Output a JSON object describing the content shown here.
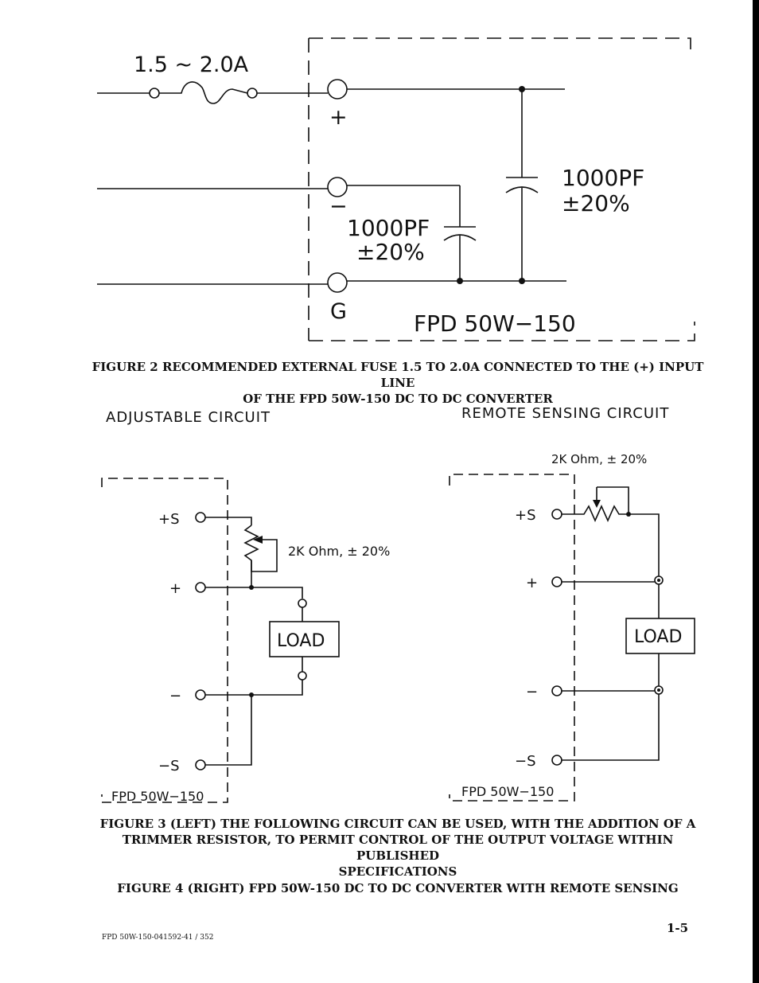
{
  "figure2": {
    "fuse_rating": "1.5 ~ 2.0A",
    "pin_plus": "+",
    "pin_minus": "−",
    "pin_ground": "G",
    "cap_right_value": "1000PF",
    "cap_right_tol": "±20%",
    "cap_left_value": "1000PF",
    "cap_left_tol": "±20%",
    "module_label": "FPD 50W−150",
    "caption_line1": "FIGURE 2    RECOMMENDED EXTERNAL FUSE 1.5 TO 2.0A CONNECTED TO THE (+) INPUT LINE",
    "caption_line2": "OF THE FPD 50W-150 DC TO DC CONVERTER"
  },
  "figure3": {
    "title": "ADJUSTABLE CIRCUIT",
    "pin_sense_plus": "+S",
    "pin_plus": "+",
    "pin_minus": "−",
    "pin_sense_minus": "−S",
    "resistor_label": "2K Ohm, ± 20%",
    "load_label": "LOAD",
    "module_label": "FPD 50W−150",
    "caption_line1": "FIGURE 3  (LEFT)  THE FOLLOWING CIRCUIT CAN BE USED, WITH THE ADDITION OF A",
    "caption_line2": "TRIMMER RESISTOR, TO  PERMIT CONTROL OF THE OUTPUT VOLTAGE WITHIN PUBLISHED",
    "caption_line3": "SPECIFICATIONS"
  },
  "figure4": {
    "title": "REMOTE SENSING CIRCUIT",
    "resistor_label": "2K Ohm, ± 20%",
    "pin_sense_plus": "+S",
    "pin_plus": "+",
    "pin_minus": "−",
    "pin_sense_minus": "−S",
    "load_label": "LOAD",
    "module_label": "FPD 50W−150",
    "caption": "FIGURE 4  (RIGHT)  FPD 50W-150 DC TO DC CONVERTER WITH REMOTE SENSING"
  },
  "footer": {
    "doc_code": "FPD 50W-150-041592-41 / 352",
    "page_number": "1-5"
  }
}
